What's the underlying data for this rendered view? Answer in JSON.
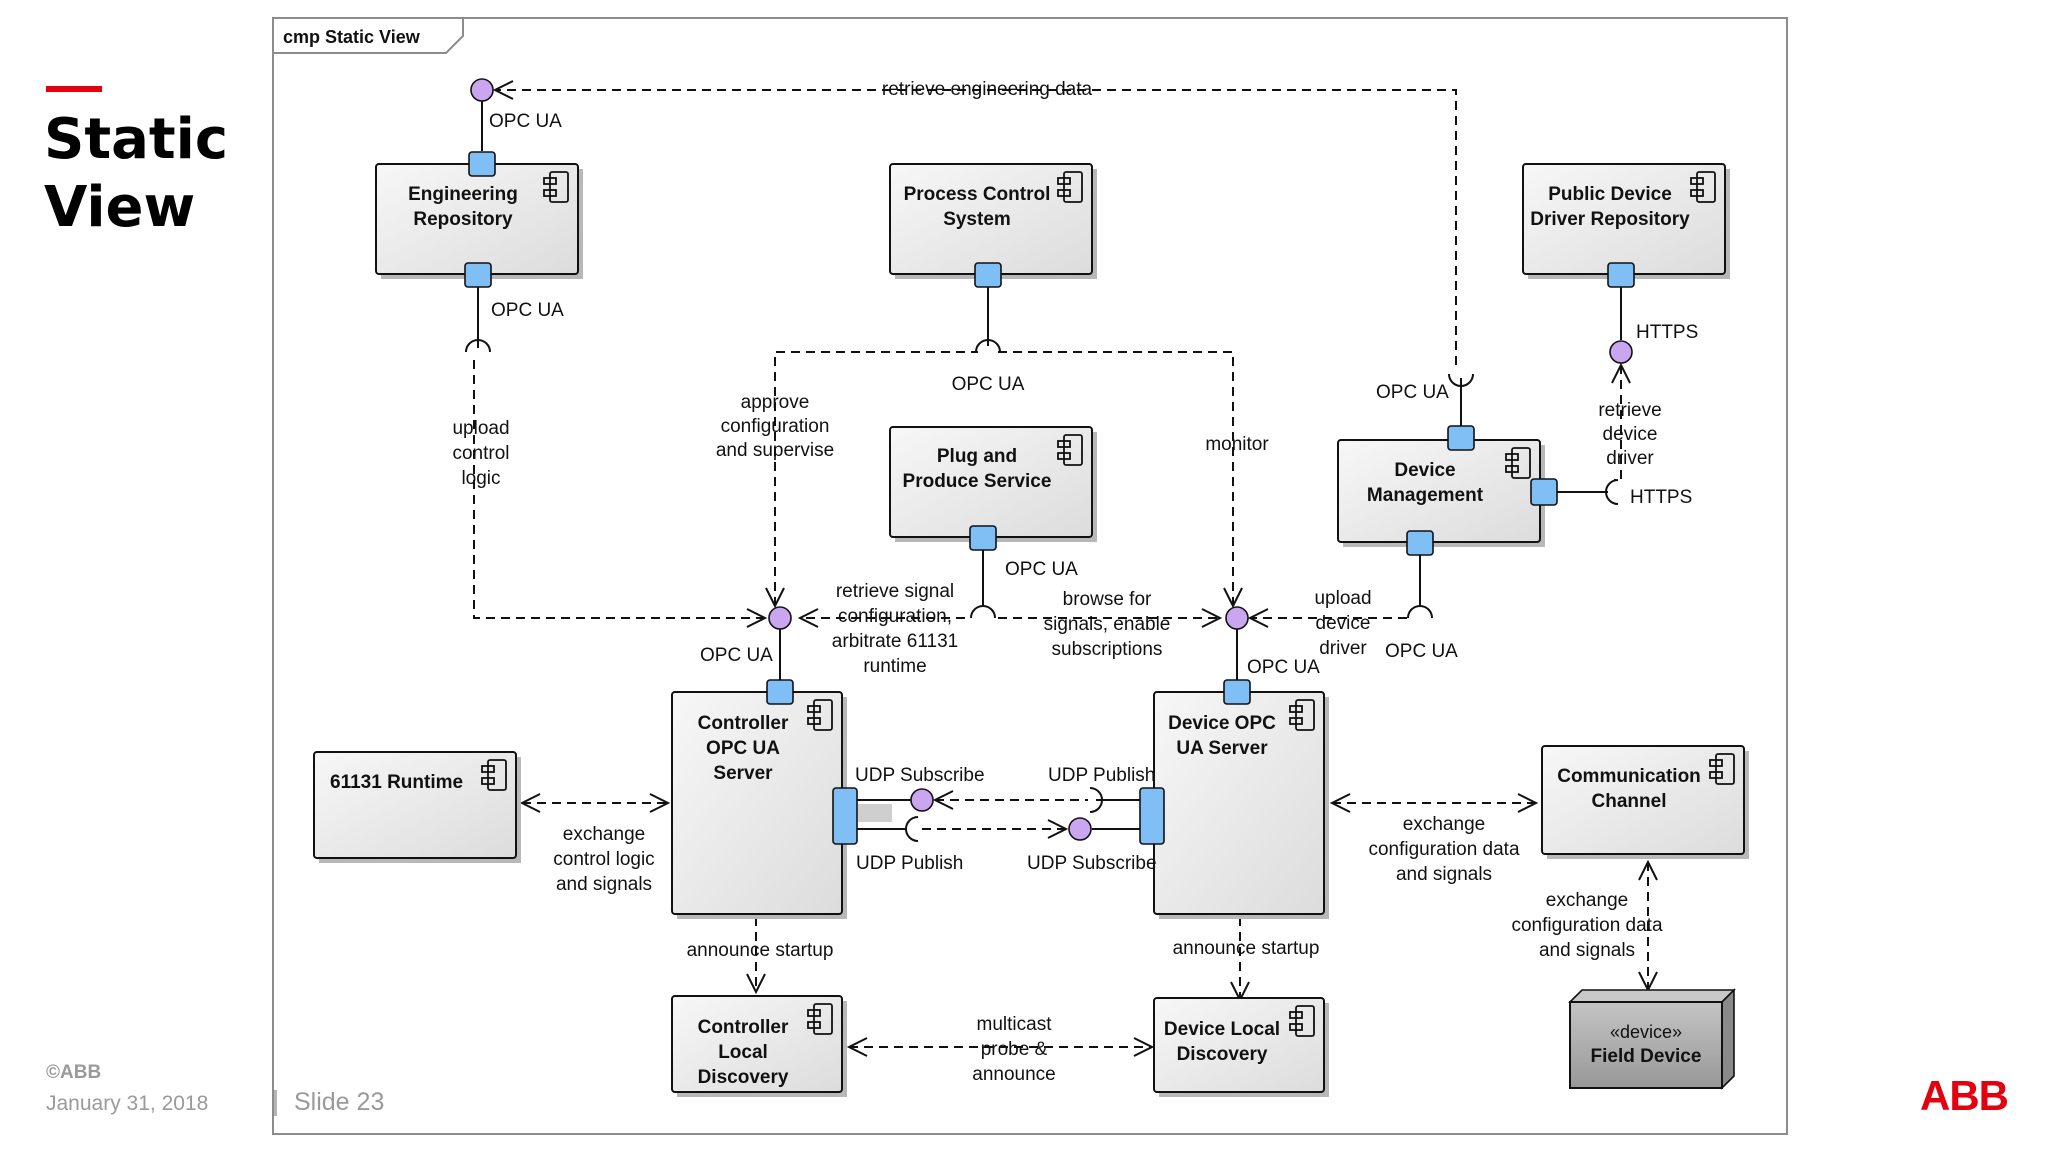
{
  "slide": {
    "title_line1": "Static",
    "title_line2": "View",
    "copyright": "©ABB",
    "date": "January 31, 2018",
    "slide_number": "Slide 23",
    "logo": "ABB"
  },
  "colors": {
    "accent_red": "#e3000f",
    "port_blue": "#7fbff5",
    "interface_purple": "#c9a6ef",
    "component_fill": "#ececec",
    "device_fill": "#a9a9a9"
  },
  "frame": {
    "title": "cmp Static View"
  },
  "components": {
    "engineering_repo": [
      "Engineering",
      "Repository"
    ],
    "process_control": [
      "Process Control",
      "System"
    ],
    "public_driver_repo": [
      "Public Device",
      "Driver Repository"
    ],
    "plug_and_produce": [
      "Plug and",
      "Produce Service"
    ],
    "device_management": [
      "Device",
      "Management"
    ],
    "runtime_61131": [
      "61131 Runtime"
    ],
    "controller_opc": [
      "Controller",
      "OPC UA",
      "Server"
    ],
    "device_opc": [
      "Device OPC",
      "UA Server"
    ],
    "communication_channel": [
      "Communication",
      "Channel"
    ],
    "controller_discovery": [
      "Controller",
      "Local",
      "Discovery"
    ],
    "device_discovery": [
      "Device Local",
      "Discovery"
    ],
    "field_device": [
      "«device»",
      "Field Device"
    ]
  },
  "labels": {
    "retrieve_engineering_data": "retrieve engineering data",
    "opc_ua": "OPC UA",
    "https": "HTTPS",
    "upload_control_logic": [
      "upload",
      "control",
      "logic"
    ],
    "approve_configuration": [
      "approve",
      "configuration",
      "and supervise"
    ],
    "monitor": "monitor",
    "retrieve_device_driver": [
      "retrieve",
      "device",
      "driver"
    ],
    "retrieve_signal_config": [
      "retrieve signal",
      "configuration,",
      "arbitrate 61131",
      "runtime"
    ],
    "browse_signals": [
      "browse for",
      "signals, enable",
      "subscriptions"
    ],
    "upload_device_driver": [
      "upload",
      "device",
      "driver"
    ],
    "udp_subscribe": "UDP Subscribe",
    "udp_publish": "UDP Publish",
    "exchange_control_logic": [
      "exchange",
      "control logic",
      "and signals"
    ],
    "exchange_config_data": [
      "exchange",
      "configuration data",
      "and signals"
    ],
    "announce_startup": "announce startup",
    "multicast_probe": [
      "multicast",
      "probe &",
      "announce"
    ]
  }
}
